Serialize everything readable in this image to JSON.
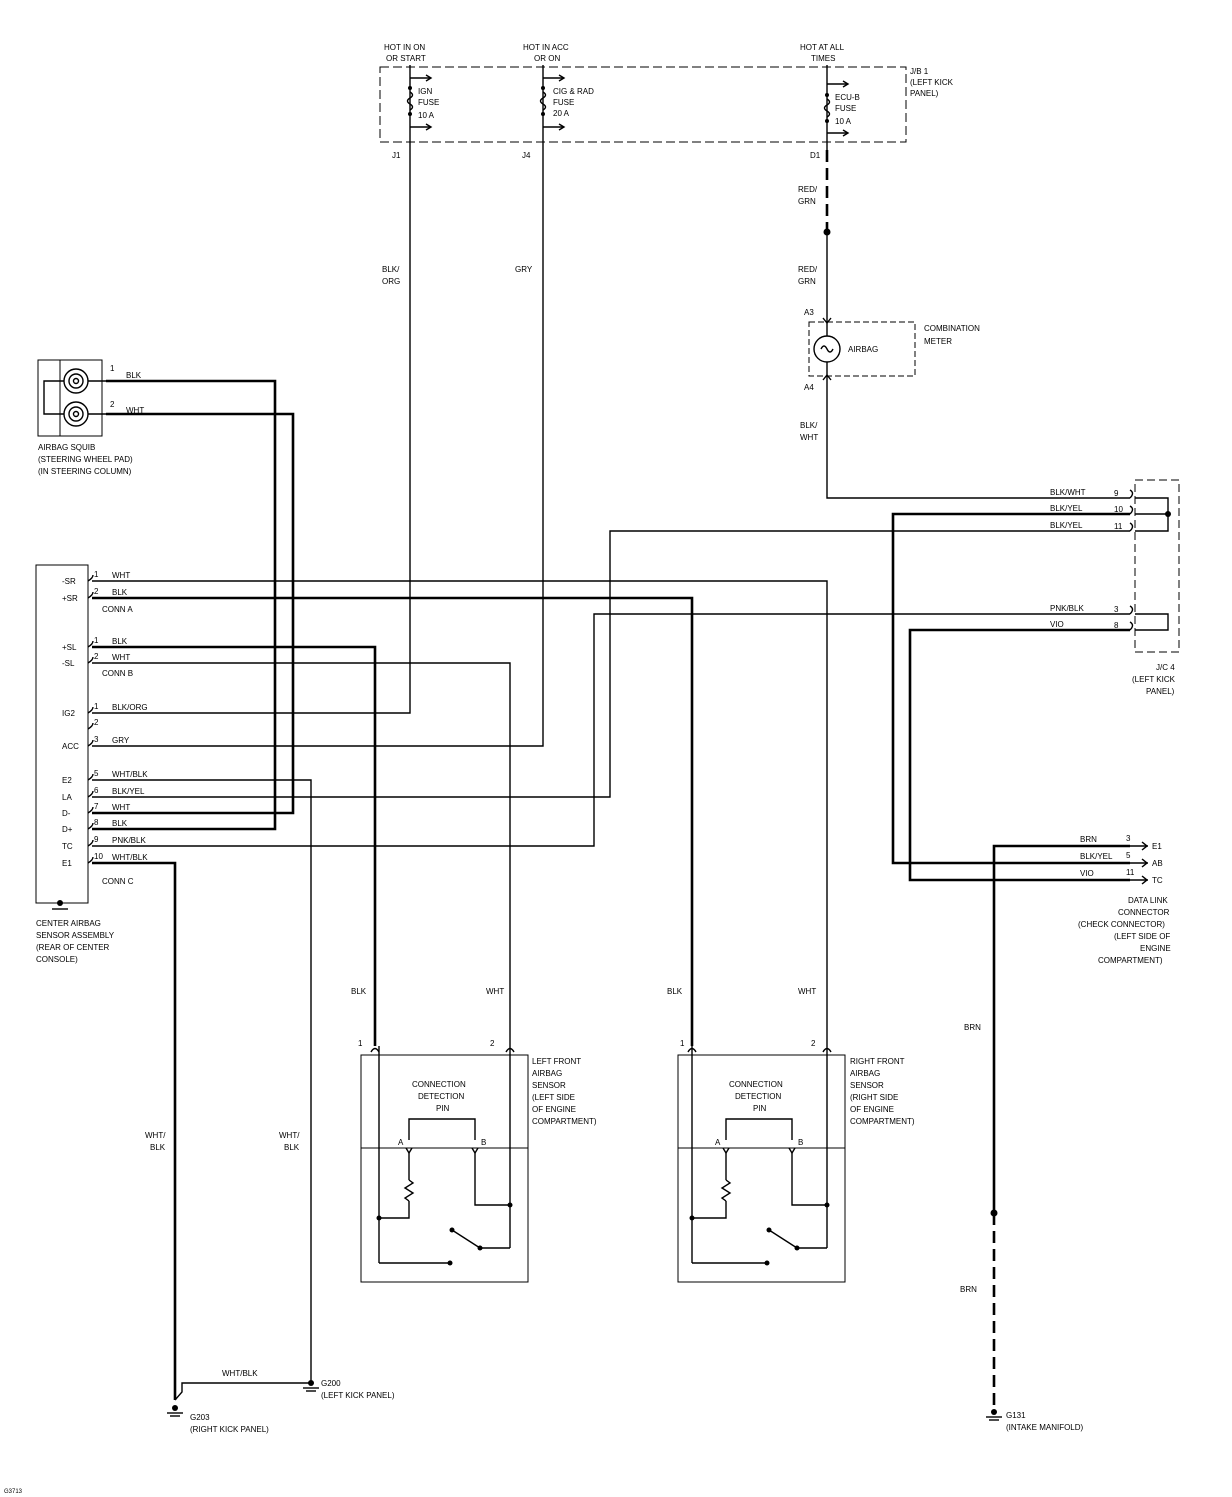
{
  "power": {
    "hot_ign": [
      "HOT IN ON",
      "OR START"
    ],
    "hot_acc": [
      "HOT IN ACC",
      "OR ON"
    ],
    "hot_all": [
      "HOT AT ALL",
      "TIMES"
    ],
    "jb1": [
      "J/B 1",
      "(LEFT KICK",
      "PANEL)"
    ],
    "fuse_ign": [
      "IGN",
      "FUSE",
      "10 A"
    ],
    "fuse_cig": [
      "CIG & RAD",
      "FUSE",
      "20 A"
    ],
    "fuse_ecu": [
      "ECU-B",
      "FUSE",
      "10 A"
    ],
    "pin_j1": "J1",
    "pin_j4": "J4",
    "pin_d1": "D1"
  },
  "wires": {
    "blk_org": [
      "BLK/",
      "ORG"
    ],
    "gry": "GRY",
    "red_grn_1": [
      "RED/",
      "GRN"
    ],
    "red_grn_2": [
      "RED/",
      "GRN"
    ],
    "blk_wht_meter": [
      "BLK/",
      "WHT"
    ],
    "wht_blk_g203": [
      "WHT/",
      "BLK"
    ],
    "wht_blk_g200": [
      "WHT/",
      "BLK"
    ],
    "wht_blk_gnd": "WHT/BLK",
    "brn_1": "BRN",
    "brn_2": "BRN",
    "sensor_blk_l": "BLK",
    "sensor_wht_l": "WHT",
    "sensor_blk_r": "BLK",
    "sensor_wht_r": "WHT"
  },
  "meter": {
    "label": [
      "COMBINATION",
      "METER"
    ],
    "lamp": "AIRBAG",
    "pin_a3": "A3",
    "pin_a4": "A4"
  },
  "squib": {
    "label": [
      "AIRBAG SQUIB",
      "(STEERING WHEEL PAD)",
      "(IN STEERING COLUMN)"
    ],
    "pins": [
      {
        "pin": "1",
        "wire": "BLK"
      },
      {
        "pin": "2",
        "wire": "WHT"
      }
    ]
  },
  "center_sensor": {
    "label": [
      "CENTER AIRBAG",
      "SENSOR ASSEMBLY",
      "(REAR OF CENTER",
      "CONSOLE)"
    ],
    "conn_a": "CONN A",
    "conn_b": "CONN B",
    "conn_c": "CONN C",
    "terminals": [
      {
        "name": "-SR",
        "pin": "1",
        "wire": "WHT"
      },
      {
        "name": "+SR",
        "pin": "2",
        "wire": "BLK"
      },
      {
        "name": "+SL",
        "pin": "1",
        "wire": "BLK"
      },
      {
        "name": "-SL",
        "pin": "2",
        "wire": "WHT"
      },
      {
        "name": "IG2",
        "pin": "1",
        "wire": "BLK/ORG"
      },
      {
        "name": "",
        "pin": "2",
        "wire": ""
      },
      {
        "name": "ACC",
        "pin": "3",
        "wire": "GRY"
      },
      {
        "name": "E2",
        "pin": "5",
        "wire": "WHT/BLK"
      },
      {
        "name": "LA",
        "pin": "6",
        "wire": "BLK/YEL"
      },
      {
        "name": "D-",
        "pin": "7",
        "wire": "WHT"
      },
      {
        "name": "D+",
        "pin": "8",
        "wire": "BLK"
      },
      {
        "name": "TC",
        "pin": "9",
        "wire": "PNK/BLK"
      },
      {
        "name": "E1",
        "pin": "10",
        "wire": "WHT/BLK"
      }
    ]
  },
  "jc4": {
    "label": [
      "J/C 4",
      "(LEFT KICK",
      "PANEL)"
    ],
    "rows": [
      {
        "wire": "BLK/WHT",
        "pin": "9"
      },
      {
        "wire": "BLK/YEL",
        "pin": "10"
      },
      {
        "wire": "BLK/YEL",
        "pin": "11"
      },
      {
        "wire": "PNK/BLK",
        "pin": "3"
      },
      {
        "wire": "VIO",
        "pin": "8"
      }
    ]
  },
  "dlc": {
    "label": [
      "DATA LINK",
      "CONNECTOR",
      "(CHECK CONNECTOR)",
      "(LEFT SIDE OF",
      "ENGINE",
      "COMPARTMENT)"
    ],
    "rows": [
      {
        "wire": "BRN",
        "pin": "3",
        "term": "E1"
      },
      {
        "wire": "BLK/YEL",
        "pin": "5",
        "term": "AB"
      },
      {
        "wire": "VIO",
        "pin": "11",
        "term": "TC"
      }
    ]
  },
  "left_sensor": {
    "label": [
      "LEFT FRONT",
      "AIRBAG",
      "SENSOR",
      "(LEFT SIDE",
      "OF ENGINE",
      "COMPARTMENT)"
    ],
    "inner": [
      "CONNECTION",
      "DETECTION",
      "PIN"
    ],
    "pin1": "1",
    "pin2": "2",
    "a": "A",
    "b": "B"
  },
  "right_sensor": {
    "label": [
      "RIGHT FRONT",
      "AIRBAG",
      "SENSOR",
      "(RIGHT SIDE",
      "OF ENGINE",
      "COMPARTMENT)"
    ],
    "inner": [
      "CONNECTION",
      "DETECTION",
      "PIN"
    ],
    "pin1": "1",
    "pin2": "2",
    "a": "A",
    "b": "B"
  },
  "grounds": {
    "g200": [
      "G200",
      "(LEFT KICK PANEL)"
    ],
    "g203": [
      "G203",
      "(RIGHT KICK PANEL)"
    ],
    "g131": [
      "G131",
      "(INTAKE MANIFOLD)"
    ]
  },
  "footer_code": "G3713"
}
